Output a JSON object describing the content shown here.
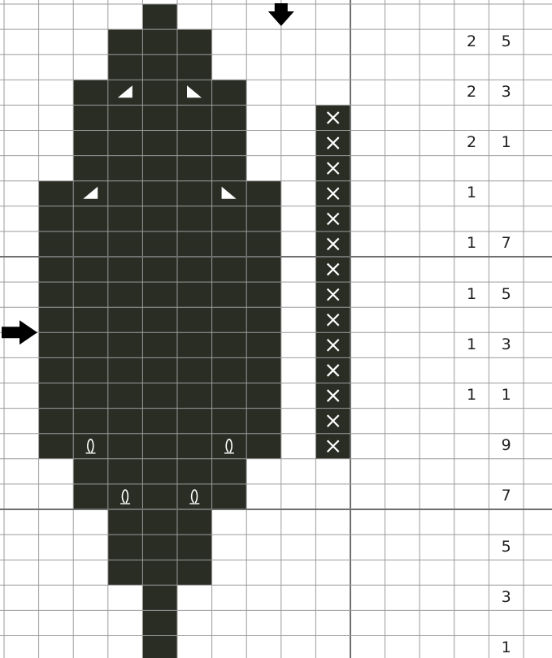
{
  "pattern": {
    "colors": {
      "fabric": "#ffffff",
      "grid_minor": "#9b9b9b",
      "grid_major": "#6f6f6f",
      "fill": "#2a2d24",
      "symbol_light": "#ffffff",
      "arrow": "#000000"
    },
    "cols": 16,
    "rows": 26,
    "tens_col_values": [
      "2",
      "2",
      "2",
      "1",
      "1",
      "1",
      "1",
      "1",
      "",
      "",
      "",
      "",
      ""
    ],
    "ones_col_values": [
      "5",
      "3",
      "1",
      "",
      "7",
      "5",
      "3",
      "1",
      "9",
      "7",
      "5",
      "3",
      "1"
    ],
    "row_label_step": 2,
    "icons": {
      "center_marker_top": "down-arrow-icon",
      "center_marker_left": "right-arrow-icon",
      "half_stitch": "triangle-icon",
      "cross_stitch": "x-stitch-icon",
      "french_knot": "loop-icon"
    }
  }
}
